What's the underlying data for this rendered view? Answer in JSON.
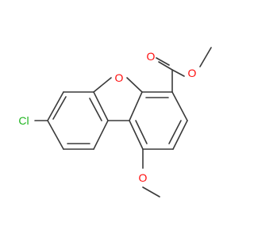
{
  "molecule": {
    "atoms": {
      "chlorine": "Cl",
      "ring_oxygen": "O",
      "carbonyl_oxygen": "O",
      "ester_oxygen": "O",
      "methoxy_oxygen": "O"
    },
    "colors": {
      "bond": "#3a3a3a",
      "oxygen": "#ff0d0d",
      "chlorine": "#1fb51f"
    }
  }
}
